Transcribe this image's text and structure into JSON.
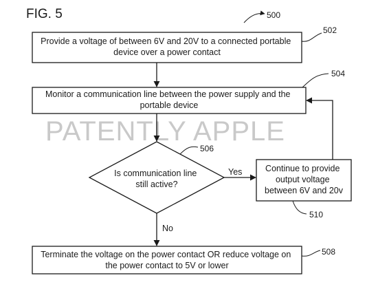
{
  "figure_label": "FIG. 5",
  "figure_ref": "500",
  "watermark": "PATENTLY APPLE",
  "steps": {
    "s502": {
      "ref": "502",
      "lines": [
        "Provide a voltage of between 6V and 20V to a connected portable",
        "device over a power contact"
      ]
    },
    "s504": {
      "ref": "504",
      "lines": [
        "Monitor a communication line between the power supply and the",
        "portable device"
      ]
    },
    "s506": {
      "ref": "506",
      "lines": [
        "Is communication line",
        "still active?"
      ]
    },
    "s510": {
      "ref": "510",
      "lines": [
        "Continue to provide",
        "output voltage",
        "between 6V and 20v"
      ]
    },
    "s508": {
      "ref": "508",
      "lines": [
        "Terminate the voltage on the power contact OR reduce voltage on",
        "the power contact to 5V or lower"
      ]
    }
  },
  "edges": {
    "yes_label": "Yes",
    "no_label": "No"
  }
}
